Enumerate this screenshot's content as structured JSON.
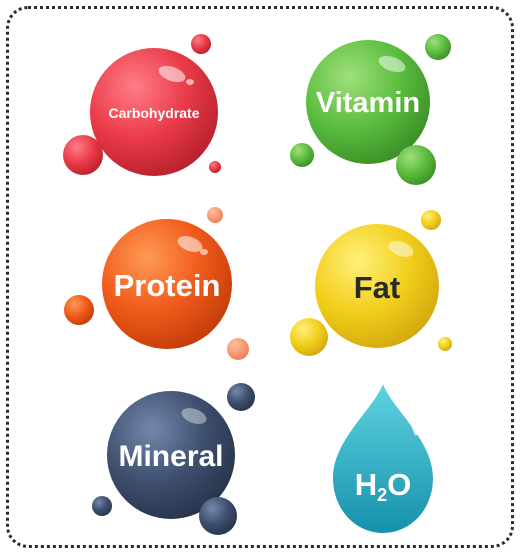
{
  "items": [
    {
      "label": "Carbohydrate",
      "color": "#e93a48"
    },
    {
      "label": "Vitamin",
      "color": "#5bbd3f"
    },
    {
      "label": "Protein",
      "color": "#f05a1a"
    },
    {
      "label": "Fat",
      "color": "#f2cf1c"
    },
    {
      "label": "Mineral",
      "color": "#3e4f6e"
    },
    {
      "label": "H",
      "sub": "2",
      "tail": "O",
      "color": "#1fa7bf"
    }
  ]
}
